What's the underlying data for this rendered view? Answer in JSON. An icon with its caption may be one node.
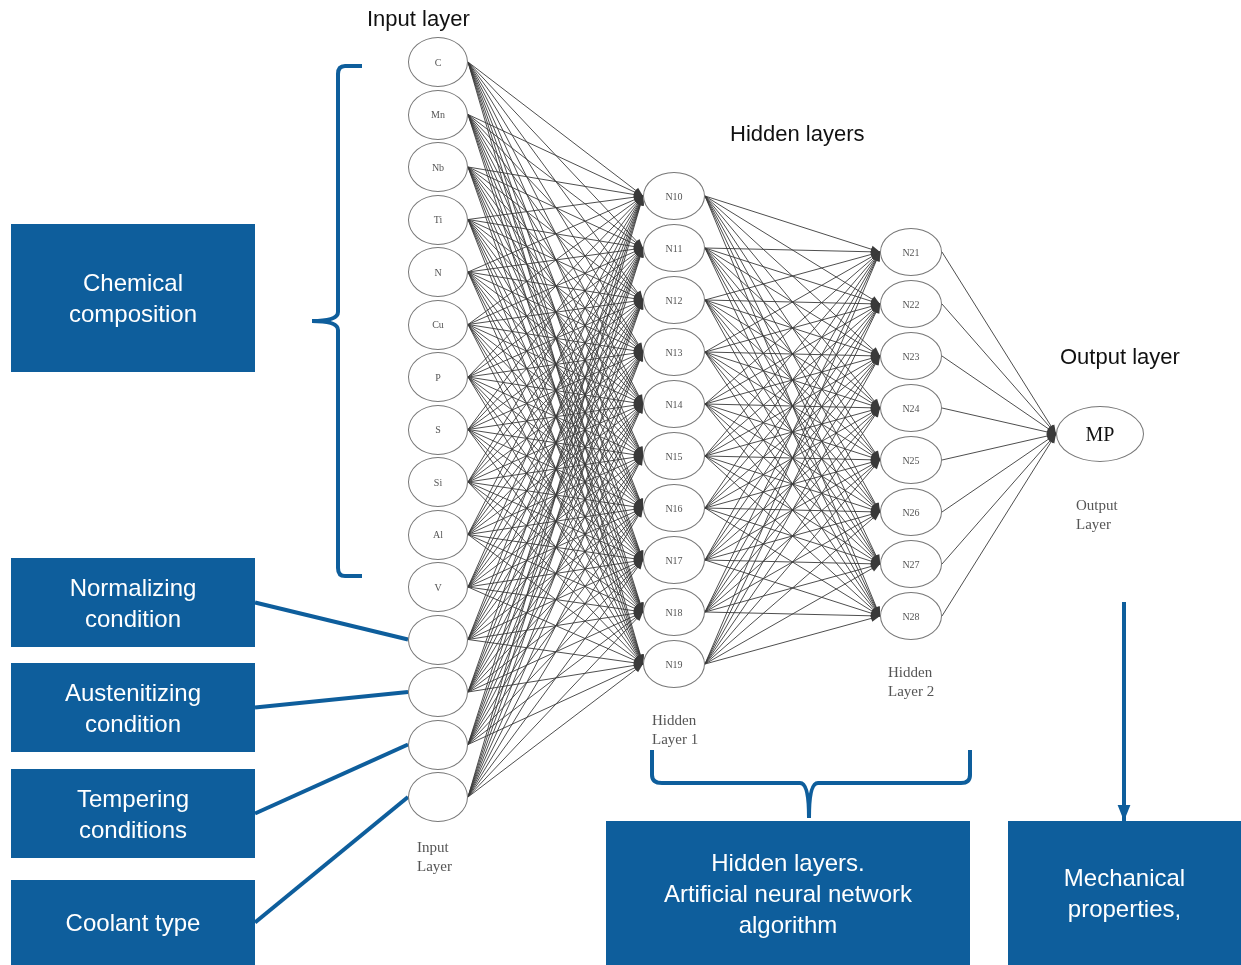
{
  "diagram": {
    "nodes": [
      {
        "text": [
          "C"
        ]
      },
      {
        "text": [
          "Mn"
        ]
      },
      {
        "text": [
          "Nb"
        ]
      },
      {
        "text": [
          "Ti"
        ]
      },
      {
        "text": [
          "N"
        ]
      },
      {
        "text": [
          "Cu"
        ]
      },
      {
        "text": [
          "P"
        ]
      },
      {
        "text": [
          "S"
        ]
      },
      {
        "text": [
          "Si"
        ]
      },
      {
        "text": [
          "Al"
        ]
      },
      {
        "text": [
          "V"
        ]
      },
      {
        "text": [],
        "shape": "circle"
      },
      {
        "text": [],
        "shape": "circle"
      },
      {
        "text": [],
        "shape": "circle"
      },
      {
        "text": [],
        "shape": "circle"
      },
      {
        "text": [
          "N10"
        ]
      },
      {
        "text": [
          "N11"
        ]
      },
      {
        "text": [
          "N12"
        ]
      },
      {
        "text": [
          "N13"
        ]
      },
      {
        "text": [
          "N14"
        ]
      },
      {
        "text": [
          "N15"
        ]
      },
      {
        "text": [
          "N16"
        ]
      },
      {
        "text": [
          "N17"
        ]
      },
      {
        "text": [
          "N18"
        ]
      },
      {
        "text": [
          "N19"
        ]
      },
      {
        "text": [
          "N21"
        ]
      },
      {
        "text": [
          "N22"
        ]
      },
      {
        "text": [
          "N23"
        ]
      },
      {
        "text": [
          "N24"
        ]
      },
      {
        "text": [
          "N25"
        ]
      },
      {
        "text": [
          "N26"
        ]
      },
      {
        "text": [
          "N27"
        ]
      },
      {
        "text": [
          "N28"
        ]
      },
      {
        "text": [
          "MP"
        ]
      },
      {
        "text": [
          "Chemical composition"
        ]
      },
      {
        "text": [
          "Normalizing condition"
        ]
      },
      {
        "text": [
          "Austenitizing condition"
        ]
      },
      {
        "text": [
          "Tempering conditions"
        ]
      },
      {
        "text": [
          "Coolant type"
        ]
      },
      {
        "text": [
          "Hidden layers.",
          "Artificial neural network algorithm"
        ]
      },
      {
        "text": [
          "Mechanical properties,"
        ]
      }
    ],
    "edges": [
      {
        "from": 0,
        "to": 15,
        "arrow": "to"
      },
      {
        "from": 0,
        "to": 16,
        "arrow": "to"
      },
      {
        "from": 0,
        "to": 17,
        "arrow": "to"
      },
      {
        "from": 0,
        "to": 18,
        "arrow": "to"
      },
      {
        "from": 0,
        "to": 19,
        "arrow": "to"
      },
      {
        "from": 0,
        "to": 20,
        "arrow": "to"
      },
      {
        "from": 0,
        "to": 21,
        "arrow": "to"
      },
      {
        "from": 0,
        "to": 22,
        "arrow": "to"
      },
      {
        "from": 0,
        "to": 23,
        "arrow": "to"
      },
      {
        "from": 0,
        "to": 24,
        "arrow": "to"
      },
      {
        "from": 1,
        "to": 15,
        "arrow": "to"
      },
      {
        "from": 1,
        "to": 16,
        "arrow": "to"
      },
      {
        "from": 1,
        "to": 17,
        "arrow": "to"
      },
      {
        "from": 1,
        "to": 18,
        "arrow": "to"
      },
      {
        "from": 1,
        "to": 19,
        "arrow": "to"
      },
      {
        "from": 1,
        "to": 20,
        "arrow": "to"
      },
      {
        "from": 1,
        "to": 21,
        "arrow": "to"
      },
      {
        "from": 1,
        "to": 22,
        "arrow": "to"
      },
      {
        "from": 1,
        "to": 23,
        "arrow": "to"
      },
      {
        "from": 1,
        "to": 24,
        "arrow": "to"
      },
      {
        "from": 2,
        "to": 15,
        "arrow": "to"
      },
      {
        "from": 2,
        "to": 16,
        "arrow": "to"
      },
      {
        "from": 2,
        "to": 17,
        "arrow": "to"
      },
      {
        "from": 2,
        "to": 18,
        "arrow": "to"
      },
      {
        "from": 2,
        "to": 19,
        "arrow": "to"
      },
      {
        "from": 2,
        "to": 20,
        "arrow": "to"
      },
      {
        "from": 2,
        "to": 21,
        "arrow": "to"
      },
      {
        "from": 2,
        "to": 22,
        "arrow": "to"
      },
      {
        "from": 2,
        "to": 23,
        "arrow": "to"
      },
      {
        "from": 2,
        "to": 24,
        "arrow": "to"
      },
      {
        "from": 3,
        "to": 15,
        "arrow": "to"
      },
      {
        "from": 3,
        "to": 16,
        "arrow": "to"
      },
      {
        "from": 3,
        "to": 17,
        "arrow": "to"
      },
      {
        "from": 3,
        "to": 18,
        "arrow": "to"
      },
      {
        "from": 3,
        "to": 19,
        "arrow": "to"
      },
      {
        "from": 3,
        "to": 20,
        "arrow": "to"
      },
      {
        "from": 3,
        "to": 21,
        "arrow": "to"
      },
      {
        "from": 3,
        "to": 22,
        "arrow": "to"
      },
      {
        "from": 3,
        "to": 23,
        "arrow": "to"
      },
      {
        "from": 3,
        "to": 24,
        "arrow": "to"
      },
      {
        "from": 4,
        "to": 15,
        "arrow": "to"
      },
      {
        "from": 4,
        "to": 16,
        "arrow": "to"
      },
      {
        "from": 4,
        "to": 17,
        "arrow": "to"
      },
      {
        "from": 4,
        "to": 18,
        "arrow": "to"
      },
      {
        "from": 4,
        "to": 19,
        "arrow": "to"
      },
      {
        "from": 4,
        "to": 20,
        "arrow": "to"
      },
      {
        "from": 4,
        "to": 21,
        "arrow": "to"
      },
      {
        "from": 4,
        "to": 22,
        "arrow": "to"
      },
      {
        "from": 4,
        "to": 23,
        "arrow": "to"
      },
      {
        "from": 4,
        "to": 24,
        "arrow": "to"
      },
      {
        "from": 5,
        "to": 15,
        "arrow": "to"
      },
      {
        "from": 5,
        "to": 16,
        "arrow": "to"
      },
      {
        "from": 5,
        "to": 17,
        "arrow": "to"
      },
      {
        "from": 5,
        "to": 18,
        "arrow": "to"
      },
      {
        "from": 5,
        "to": 19,
        "arrow": "to"
      },
      {
        "from": 5,
        "to": 20,
        "arrow": "to"
      },
      {
        "from": 5,
        "to": 21,
        "arrow": "to"
      },
      {
        "from": 5,
        "to": 22,
        "arrow": "to"
      },
      {
        "from": 5,
        "to": 23,
        "arrow": "to"
      },
      {
        "from": 5,
        "to": 24,
        "arrow": "to"
      },
      {
        "from": 6,
        "to": 15,
        "arrow": "to"
      },
      {
        "from": 6,
        "to": 16,
        "arrow": "to"
      },
      {
        "from": 6,
        "to": 17,
        "arrow": "to"
      },
      {
        "from": 6,
        "to": 18,
        "arrow": "to"
      },
      {
        "from": 6,
        "to": 19,
        "arrow": "to"
      },
      {
        "from": 6,
        "to": 20,
        "arrow": "to"
      },
      {
        "from": 6,
        "to": 21,
        "arrow": "to"
      },
      {
        "from": 6,
        "to": 22,
        "arrow": "to"
      },
      {
        "from": 6,
        "to": 23,
        "arrow": "to"
      },
      {
        "from": 6,
        "to": 24,
        "arrow": "to"
      },
      {
        "from": 7,
        "to": 15,
        "arrow": "to"
      },
      {
        "from": 7,
        "to": 16,
        "arrow": "to"
      },
      {
        "from": 7,
        "to": 17,
        "arrow": "to"
      },
      {
        "from": 7,
        "to": 18,
        "arrow": "to"
      },
      {
        "from": 7,
        "to": 19,
        "arrow": "to"
      },
      {
        "from": 7,
        "to": 20,
        "arrow": "to"
      },
      {
        "from": 7,
        "to": 21,
        "arrow": "to"
      },
      {
        "from": 7,
        "to": 22,
        "arrow": "to"
      },
      {
        "from": 7,
        "to": 23,
        "arrow": "to"
      },
      {
        "from": 7,
        "to": 24,
        "arrow": "to"
      },
      {
        "from": 8,
        "to": 15,
        "arrow": "to"
      },
      {
        "from": 8,
        "to": 16,
        "arrow": "to"
      },
      {
        "from": 8,
        "to": 17,
        "arrow": "to"
      },
      {
        "from": 8,
        "to": 18,
        "arrow": "to"
      },
      {
        "from": 8,
        "to": 19,
        "arrow": "to"
      },
      {
        "from": 8,
        "to": 20,
        "arrow": "to"
      },
      {
        "from": 8,
        "to": 21,
        "arrow": "to"
      },
      {
        "from": 8,
        "to": 22,
        "arrow": "to"
      },
      {
        "from": 8,
        "to": 23,
        "arrow": "to"
      },
      {
        "from": 8,
        "to": 24,
        "arrow": "to"
      },
      {
        "from": 9,
        "to": 15,
        "arrow": "to"
      },
      {
        "from": 9,
        "to": 16,
        "arrow": "to"
      },
      {
        "from": 9,
        "to": 17,
        "arrow": "to"
      },
      {
        "from": 9,
        "to": 18,
        "arrow": "to"
      },
      {
        "from": 9,
        "to": 19,
        "arrow": "to"
      },
      {
        "from": 9,
        "to": 20,
        "arrow": "to"
      },
      {
        "from": 9,
        "to": 21,
        "arrow": "to"
      },
      {
        "from": 9,
        "to": 22,
        "arrow": "to"
      },
      {
        "from": 9,
        "to": 23,
        "arrow": "to"
      },
      {
        "from": 9,
        "to": 24,
        "arrow": "to"
      },
      {
        "from": 10,
        "to": 15,
        "arrow": "to"
      },
      {
        "from": 10,
        "to": 16,
        "arrow": "to"
      },
      {
        "from": 10,
        "to": 17,
        "arrow": "to"
      },
      {
        "from": 10,
        "to": 18,
        "arrow": "to"
      },
      {
        "from": 10,
        "to": 19,
        "arrow": "to"
      },
      {
        "from": 10,
        "to": 20,
        "arrow": "to"
      },
      {
        "from": 10,
        "to": 21,
        "arrow": "to"
      },
      {
        "from": 10,
        "to": 22,
        "arrow": "to"
      },
      {
        "from": 10,
        "to": 23,
        "arrow": "to"
      },
      {
        "from": 10,
        "to": 24,
        "arrow": "to"
      },
      {
        "from": 11,
        "to": 15,
        "arrow": "to"
      },
      {
        "from": 11,
        "to": 16,
        "arrow": "to"
      },
      {
        "from": 11,
        "to": 17,
        "arrow": "to"
      },
      {
        "from": 11,
        "to": 18,
        "arrow": "to"
      },
      {
        "from": 11,
        "to": 19,
        "arrow": "to"
      },
      {
        "from": 11,
        "to": 20,
        "arrow": "to"
      },
      {
        "from": 11,
        "to": 21,
        "arrow": "to"
      },
      {
        "from": 11,
        "to": 22,
        "arrow": "to"
      },
      {
        "from": 11,
        "to": 23,
        "arrow": "to"
      },
      {
        "from": 11,
        "to": 24,
        "arrow": "to"
      },
      {
        "from": 12,
        "to": 15,
        "arrow": "to"
      },
      {
        "from": 12,
        "to": 16,
        "arrow": "to"
      },
      {
        "from": 12,
        "to": 17,
        "arrow": "to"
      },
      {
        "from": 12,
        "to": 18,
        "arrow": "to"
      },
      {
        "from": 12,
        "to": 19,
        "arrow": "to"
      },
      {
        "from": 12,
        "to": 20,
        "arrow": "to"
      },
      {
        "from": 12,
        "to": 21,
        "arrow": "to"
      },
      {
        "from": 12,
        "to": 22,
        "arrow": "to"
      },
      {
        "from": 12,
        "to": 23,
        "arrow": "to"
      },
      {
        "from": 12,
        "to": 24,
        "arrow": "to"
      },
      {
        "from": 13,
        "to": 15,
        "arrow": "to"
      },
      {
        "from": 13,
        "to": 16,
        "arrow": "to"
      },
      {
        "from": 13,
        "to": 17,
        "arrow": "to"
      },
      {
        "from": 13,
        "to": 18,
        "arrow": "to"
      },
      {
        "from": 13,
        "to": 19,
        "arrow": "to"
      },
      {
        "from": 13,
        "to": 20,
        "arrow": "to"
      },
      {
        "from": 13,
        "to": 21,
        "arrow": "to"
      },
      {
        "from": 13,
        "to": 22,
        "arrow": "to"
      },
      {
        "from": 13,
        "to": 23,
        "arrow": "to"
      },
      {
        "from": 13,
        "to": 24,
        "arrow": "to"
      },
      {
        "from": 14,
        "to": 15,
        "arrow": "to"
      },
      {
        "from": 14,
        "to": 16,
        "arrow": "to"
      },
      {
        "from": 14,
        "to": 17,
        "arrow": "to"
      },
      {
        "from": 14,
        "to": 18,
        "arrow": "to"
      },
      {
        "from": 14,
        "to": 19,
        "arrow": "to"
      },
      {
        "from": 14,
        "to": 20,
        "arrow": "to"
      },
      {
        "from": 14,
        "to": 21,
        "arrow": "to"
      },
      {
        "from": 14,
        "to": 22,
        "arrow": "to"
      },
      {
        "from": 14,
        "to": 23,
        "arrow": "to"
      },
      {
        "from": 14,
        "to": 24,
        "arrow": "to"
      },
      {
        "from": 15,
        "to": 25,
        "arrow": "to"
      },
      {
        "from": 15,
        "to": 26,
        "arrow": "to"
      },
      {
        "from": 15,
        "to": 27,
        "arrow": "to"
      },
      {
        "from": 15,
        "to": 28,
        "arrow": "to"
      },
      {
        "from": 15,
        "to": 29,
        "arrow": "to"
      },
      {
        "from": 15,
        "to": 30,
        "arrow": "to"
      },
      {
        "from": 15,
        "to": 31,
        "arrow": "to"
      },
      {
        "from": 15,
        "to": 32,
        "arrow": "to"
      },
      {
        "from": 16,
        "to": 25,
        "arrow": "to"
      },
      {
        "from": 16,
        "to": 26,
        "arrow": "to"
      },
      {
        "from": 16,
        "to": 27,
        "arrow": "to"
      },
      {
        "from": 16,
        "to": 28,
        "arrow": "to"
      },
      {
        "from": 16,
        "to": 29,
        "arrow": "to"
      },
      {
        "from": 16,
        "to": 30,
        "arrow": "to"
      },
      {
        "from": 16,
        "to": 31,
        "arrow": "to"
      },
      {
        "from": 16,
        "to": 32,
        "arrow": "to"
      },
      {
        "from": 17,
        "to": 25,
        "arrow": "to"
      },
      {
        "from": 17,
        "to": 26,
        "arrow": "to"
      },
      {
        "from": 17,
        "to": 27,
        "arrow": "to"
      },
      {
        "from": 17,
        "to": 28,
        "arrow": "to"
      },
      {
        "from": 17,
        "to": 29,
        "arrow": "to"
      },
      {
        "from": 17,
        "to": 30,
        "arrow": "to"
      },
      {
        "from": 17,
        "to": 31,
        "arrow": "to"
      },
      {
        "from": 17,
        "to": 32,
        "arrow": "to"
      },
      {
        "from": 18,
        "to": 25,
        "arrow": "to"
      },
      {
        "from": 18,
        "to": 26,
        "arrow": "to"
      },
      {
        "from": 18,
        "to": 27,
        "arrow": "to"
      },
      {
        "from": 18,
        "to": 28,
        "arrow": "to"
      },
      {
        "from": 18,
        "to": 29,
        "arrow": "to"
      },
      {
        "from": 18,
        "to": 30,
        "arrow": "to"
      },
      {
        "from": 18,
        "to": 31,
        "arrow": "to"
      },
      {
        "from": 18,
        "to": 32,
        "arrow": "to"
      },
      {
        "from": 19,
        "to": 25,
        "arrow": "to"
      },
      {
        "from": 19,
        "to": 26,
        "arrow": "to"
      },
      {
        "from": 19,
        "to": 27,
        "arrow": "to"
      },
      {
        "from": 19,
        "to": 28,
        "arrow": "to"
      },
      {
        "from": 19,
        "to": 29,
        "arrow": "to"
      },
      {
        "from": 19,
        "to": 30,
        "arrow": "to"
      },
      {
        "from": 19,
        "to": 31,
        "arrow": "to"
      },
      {
        "from": 19,
        "to": 32,
        "arrow": "to"
      },
      {
        "from": 20,
        "to": 25,
        "arrow": "to"
      },
      {
        "from": 20,
        "to": 26,
        "arrow": "to"
      },
      {
        "from": 20,
        "to": 27,
        "arrow": "to"
      },
      {
        "from": 20,
        "to": 28,
        "arrow": "to"
      },
      {
        "from": 20,
        "to": 29,
        "arrow": "to"
      },
      {
        "from": 20,
        "to": 30,
        "arrow": "to"
      },
      {
        "from": 20,
        "to": 31,
        "arrow": "to"
      },
      {
        "from": 20,
        "to": 32,
        "arrow": "to"
      },
      {
        "from": 21,
        "to": 25,
        "arrow": "to"
      },
      {
        "from": 21,
        "to": 26,
        "arrow": "to"
      },
      {
        "from": 21,
        "to": 27,
        "arrow": "to"
      },
      {
        "from": 21,
        "to": 28,
        "arrow": "to"
      },
      {
        "from": 21,
        "to": 29,
        "arrow": "to"
      },
      {
        "from": 21,
        "to": 30,
        "arrow": "to"
      },
      {
        "from": 21,
        "to": 31,
        "arrow": "to"
      },
      {
        "from": 21,
        "to": 32,
        "arrow": "to"
      },
      {
        "from": 22,
        "to": 25,
        "arrow": "to"
      },
      {
        "from": 22,
        "to": 26,
        "arrow": "to"
      },
      {
        "from": 22,
        "to": 27,
        "arrow": "to"
      },
      {
        "from": 22,
        "to": 28,
        "arrow": "to"
      },
      {
        "from": 22,
        "to": 29,
        "arrow": "to"
      },
      {
        "from": 22,
        "to": 30,
        "arrow": "to"
      },
      {
        "from": 22,
        "to": 31,
        "arrow": "to"
      },
      {
        "from": 22,
        "to": 32,
        "arrow": "to"
      },
      {
        "from": 23,
        "to": 25,
        "arrow": "to"
      },
      {
        "from": 23,
        "to": 26,
        "arrow": "to"
      },
      {
        "from": 23,
        "to": 27,
        "arrow": "to"
      },
      {
        "from": 23,
        "to": 28,
        "arrow": "to"
      },
      {
        "from": 23,
        "to": 29,
        "arrow": "to"
      },
      {
        "from": 23,
        "to": 30,
        "arrow": "to"
      },
      {
        "from": 23,
        "to": 31,
        "arrow": "to"
      },
      {
        "from": 23,
        "to": 32,
        "arrow": "to"
      },
      {
        "from": 24,
        "to": 25,
        "arrow": "to"
      },
      {
        "from": 24,
        "to": 26,
        "arrow": "to"
      },
      {
        "from": 24,
        "to": 27,
        "arrow": "to"
      },
      {
        "from": 24,
        "to": 28,
        "arrow": "to"
      },
      {
        "from": 24,
        "to": 29,
        "arrow": "to"
      },
      {
        "from": 24,
        "to": 30,
        "arrow": "to"
      },
      {
        "from": 24,
        "to": 31,
        "arrow": "to"
      },
      {
        "from": 24,
        "to": 32,
        "arrow": "to"
      },
      {
        "from": 25,
        "to": 33,
        "arrow": "to"
      },
      {
        "from": 26,
        "to": 33,
        "arrow": "to"
      },
      {
        "from": 27,
        "to": 33,
        "arrow": "to"
      },
      {
        "from": 28,
        "to": 33,
        "arrow": "to"
      },
      {
        "from": 29,
        "to": 33,
        "arrow": "to"
      },
      {
        "from": 30,
        "to": 33,
        "arrow": "to"
      },
      {
        "from": 31,
        "to": 33,
        "arrow": "to"
      },
      {
        "from": 32,
        "to": 33,
        "arrow": "to"
      },
      {
        "from": 35,
        "to": 11,
        "arrow": "none",
        "style": "thick",
        "color": "#0e5e9c"
      },
      {
        "from": 36,
        "to": 12,
        "arrow": "none",
        "style": "thick",
        "color": "#0e5e9c"
      },
      {
        "from": 37,
        "to": 13,
        "arrow": "none",
        "style": "thick",
        "color": "#0e5e9c"
      },
      {
        "from": 38,
        "to": 14,
        "arrow": "none",
        "style": "thick",
        "color": "#0e5e9c"
      },
      {
        "from": null,
        "to": 40,
        "arrow": "to",
        "style": "thick",
        "color": "#0e5e9c"
      }
    ],
    "labels": [
      "Input layer",
      "Hidden layers",
      "Output layer",
      "Output Layer",
      "Hidden Layer 2",
      "Hidden Layer 1",
      "Input Layer"
    ]
  }
}
